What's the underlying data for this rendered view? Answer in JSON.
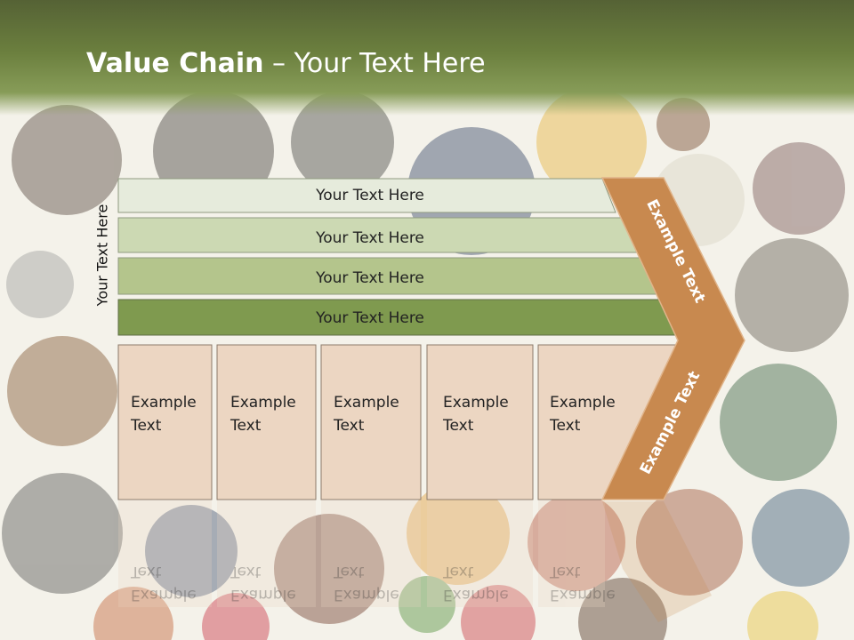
{
  "title": {
    "bold": "Value Chain",
    "rest": " – Your Text Here"
  },
  "side_label": "Your Text Here",
  "bars": [
    "Your Text Here",
    "Your Text Here",
    "Your Text Here",
    "Your Text Here"
  ],
  "cards": [
    [
      "Example",
      "Text"
    ],
    [
      "Example",
      "Text"
    ],
    [
      "Example",
      "Text"
    ],
    [
      "Example",
      "Text"
    ],
    [
      "Example",
      "Text"
    ]
  ],
  "chevron_labels": [
    "Example Text",
    "Example Text"
  ],
  "colors": {
    "header": "#6b7f3e",
    "bar1": "#e6ebdc",
    "bar2": "#ccd9b3",
    "bar3": "#b4c58c",
    "bar4": "#7f9a4f",
    "card": "#ecd6c2",
    "card_border": "#8b7a6a",
    "chevron": "#c8894f",
    "chevron_edge": "#d9a673"
  }
}
